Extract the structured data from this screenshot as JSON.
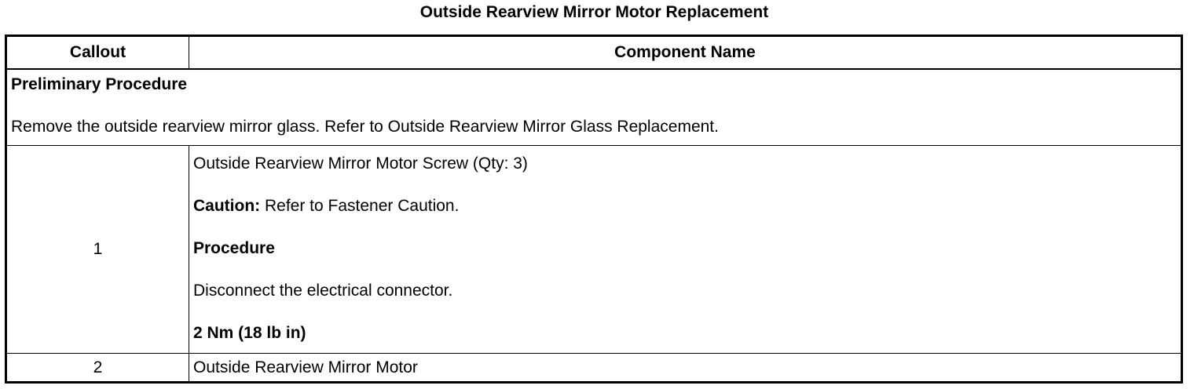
{
  "document": {
    "title": "Outside Rearview Mirror Motor Replacement"
  },
  "table": {
    "headers": {
      "callout": "Callout",
      "component_name": "Component Name"
    },
    "preliminary": {
      "title": "Preliminary Procedure",
      "text": "Remove the outside rearview mirror glass. Refer to Outside Rearview Mirror Glass Replacement."
    },
    "rows": [
      {
        "callout": "1",
        "component": "Outside Rearview Mirror Motor Screw (Qty: 3)",
        "caution_label": "Caution:",
        "caution_text": " Refer to Fastener Caution.",
        "procedure_title": "Procedure",
        "procedure_step": "Disconnect the electrical connector.",
        "torque": "2 Nm (18 lb in)"
      },
      {
        "callout": "2",
        "component": "Outside Rearview Mirror Motor"
      }
    ]
  }
}
